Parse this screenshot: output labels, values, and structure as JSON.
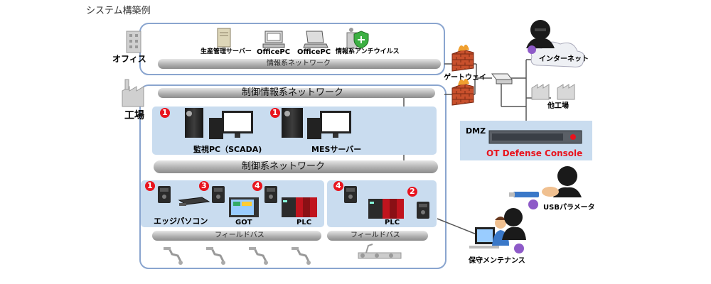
{
  "title": "システム構築例",
  "office": {
    "label": "オフィス",
    "network": "情報系ネットワーク",
    "devices": [
      "生産管理サーバー",
      "OfficePC",
      "OfficePC",
      "情報系アンチウイルス"
    ]
  },
  "internet": "インターネット",
  "gateway": "ゲートウェイ",
  "other_factory": "他工場",
  "dmz": {
    "label": "DMZ",
    "console": "OT Defense Console"
  },
  "factory": {
    "label": "工場",
    "control_info_network": "制御情報系ネットワーク",
    "control_network": "制御系ネットワーク",
    "scada": "監視PC（SCADA)",
    "mes": "MESサーバー",
    "edge": "エッジパソコン",
    "got": "GOT",
    "plc1": "PLC",
    "plc2": "PLC",
    "fieldbus1": "フィールドバス",
    "fieldbus2": "フィールドバス"
  },
  "usb": "USBパラメータ",
  "maintenance": "保守メンテナンス",
  "badges": {
    "b1": "1",
    "b2": "2",
    "b3": "3",
    "b4": "4"
  },
  "colors": {
    "badge": "#e8141e",
    "panel": "#c9dcef",
    "border": "#8aa5cf",
    "pipe": "#b8b8b8",
    "console_red": "#e8141e"
  }
}
